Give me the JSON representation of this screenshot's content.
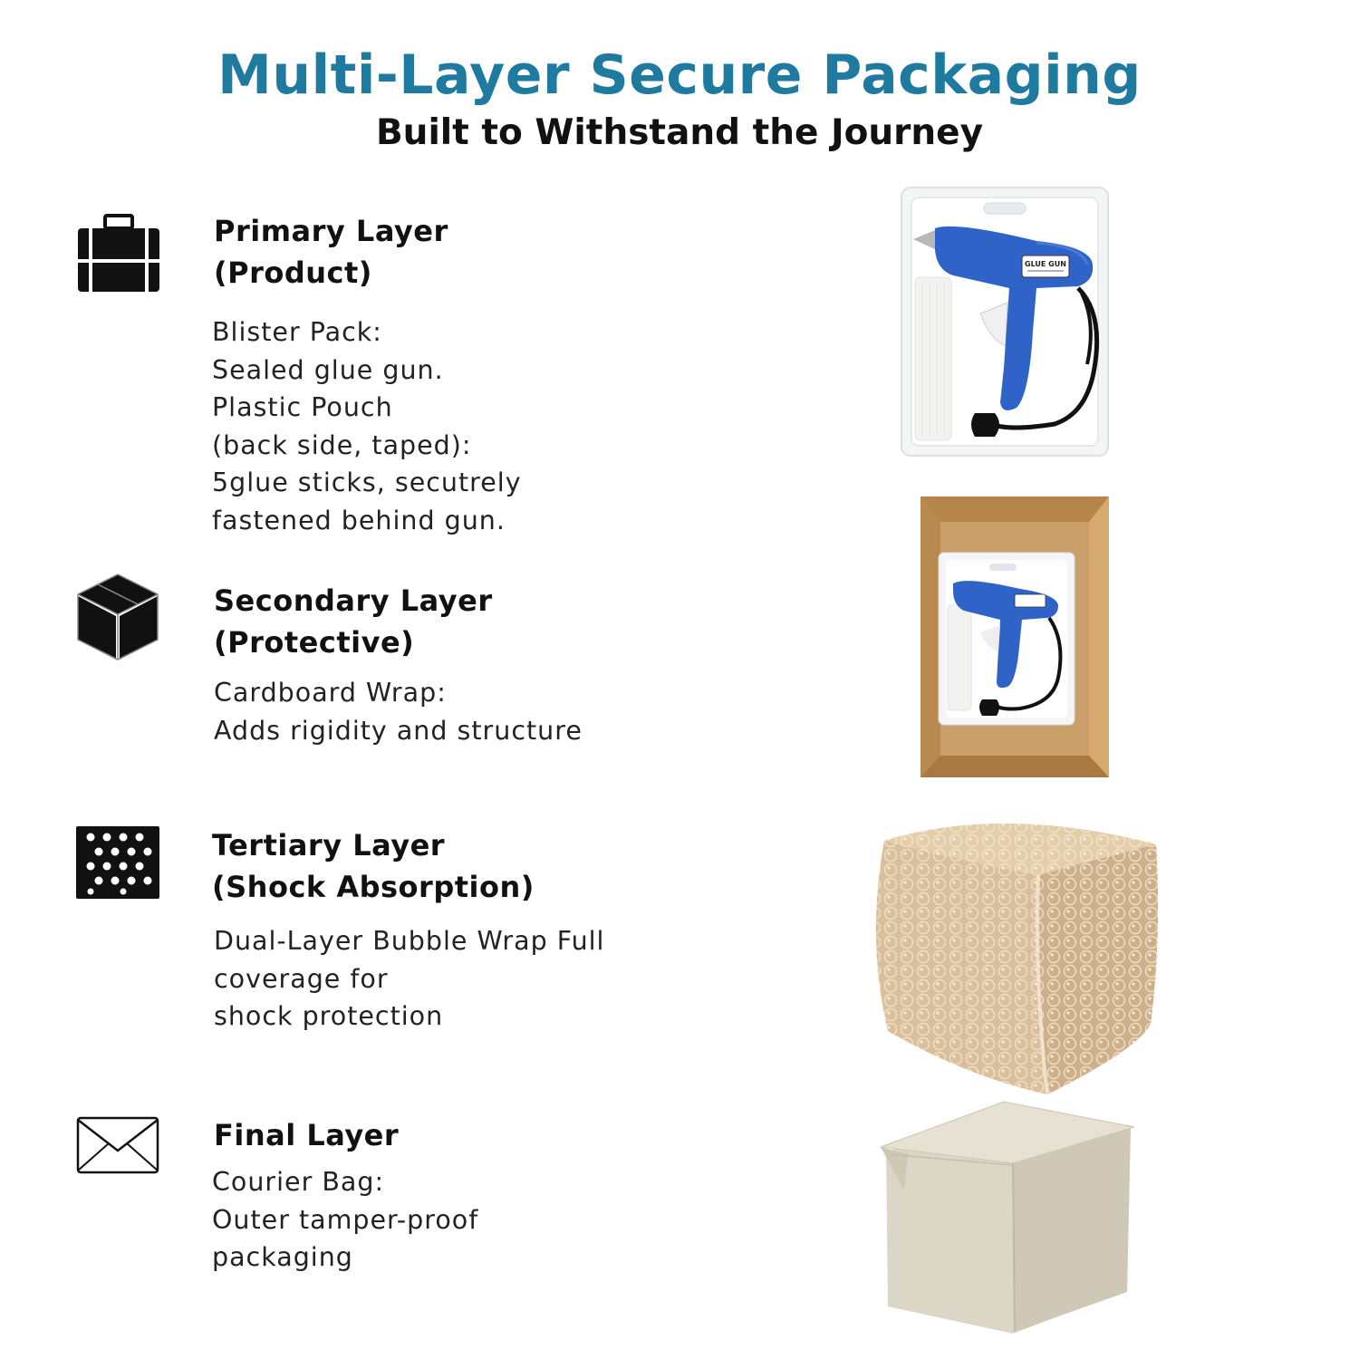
{
  "header": {
    "title": "Multi-Layer Secure Packaging",
    "subtitle": "Built to Withstand the Journey"
  },
  "layers": [
    {
      "icon": "briefcase-icon",
      "heading": [
        "Primary Layer",
        "(Product)"
      ],
      "description": [
        "Blister Pack:",
        "Sealed glue gun.",
        "Plastic Pouch",
        "(back side, taped):",
        "5glue sticks, secutrely",
        "fastened behind gun."
      ],
      "image": "glue-gun-blister-pack"
    },
    {
      "icon": "box-icon",
      "heading": [
        "Secondary Layer",
        "(Protective)"
      ],
      "description": [
        "Cardboard Wrap:",
        "Adds rigidity and structure"
      ],
      "image": "cardboard-box-with-blister-pack"
    },
    {
      "icon": "bubble-wrap-icon",
      "heading": [
        "Tertiary Layer",
        "(Shock Absorption)"
      ],
      "description": [
        "Dual-Layer Bubble Wrap Full",
        "coverage for",
        "shock protection"
      ],
      "image": "bubble-wrapped-cube"
    },
    {
      "icon": "envelope-icon",
      "heading": [
        "Final Layer"
      ],
      "description": [
        "Courier Bag:",
        "Outer tamper-proof",
        "packaging"
      ],
      "image": "courier-bag-wrapped-box"
    }
  ],
  "gun_label": "GLUE GUN",
  "colors": {
    "title": "#1f7aa0",
    "glue_gun_blue": "#2f63c8",
    "cardboard": "#c99a5c",
    "bubble_wrap": "#d9bf9a",
    "courier_bag": "#dcd6c6"
  }
}
